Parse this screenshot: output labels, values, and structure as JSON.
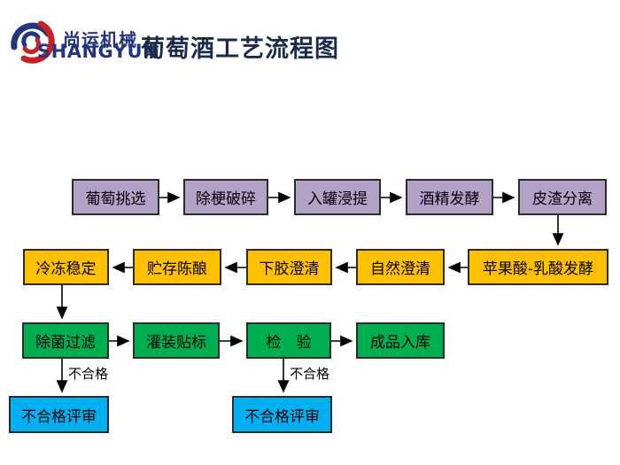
{
  "page": {
    "background": "#ffffff"
  },
  "header": {
    "logo": {
      "brand_cn": "尚运机械",
      "brand_en": "SHANGYUN",
      "blue": "#24357E",
      "red": "#C42129"
    },
    "title": "葡萄酒工艺流程图",
    "title_color": "#1A2B4E"
  },
  "flowchart": {
    "colors": {
      "stage1_purple": "#B2A2C7",
      "stage2_orange": "#FFC000",
      "stage3_green": "#00B050",
      "review_blue": "#00B0F0",
      "border": "#2B2B2B",
      "arrow": "#000000"
    },
    "nodes": [
      {
        "id": "grape-selection",
        "label": "葡萄挑选",
        "stage": "purple"
      },
      {
        "id": "destem-crush",
        "label": "除梗破碎",
        "stage": "purple"
      },
      {
        "id": "tank-maceration",
        "label": "入罐浸提",
        "stage": "purple"
      },
      {
        "id": "alcoholic-fermentation",
        "label": "酒精发酵",
        "stage": "purple"
      },
      {
        "id": "pomace-separation",
        "label": "皮渣分离",
        "stage": "purple"
      },
      {
        "id": "malolactic-fermentation",
        "label": "苹果酸-乳酸发酵",
        "stage": "orange"
      },
      {
        "id": "natural-clarification",
        "label": "自然澄清",
        "stage": "orange"
      },
      {
        "id": "fining-clarification",
        "label": "下胶澄清",
        "stage": "orange"
      },
      {
        "id": "storage-aging",
        "label": "贮存陈酿",
        "stage": "orange"
      },
      {
        "id": "cold-stabilization",
        "label": "冷冻稳定",
        "stage": "orange"
      },
      {
        "id": "sterile-filtration",
        "label": "除菌过滤",
        "stage": "green"
      },
      {
        "id": "filling-labeling",
        "label": "灌装贴标",
        "stage": "green"
      },
      {
        "id": "inspection",
        "label": "检　验",
        "stage": "green"
      },
      {
        "id": "product-warehousing",
        "label": "成品入库",
        "stage": "green"
      },
      {
        "id": "nonconforming-review-1",
        "label": "不合格评审",
        "stage": "blue"
      },
      {
        "id": "nonconforming-review-2",
        "label": "不合格评审",
        "stage": "blue"
      }
    ],
    "edge_labels": [
      {
        "id": "fail-label-1",
        "text": "不合格"
      },
      {
        "id": "fail-label-2",
        "text": "不合格"
      }
    ],
    "flow_order": "葡萄挑选→除梗破碎→入罐浸提→酒精发酵→皮渣分离→苹果酸-乳酸发酵→自然澄清→下胶澄清→贮存陈酿→冷冻稳定→除菌过滤→灌装贴标→检验→成品入库；除菌过滤/检验 不合格→不合格评审"
  }
}
